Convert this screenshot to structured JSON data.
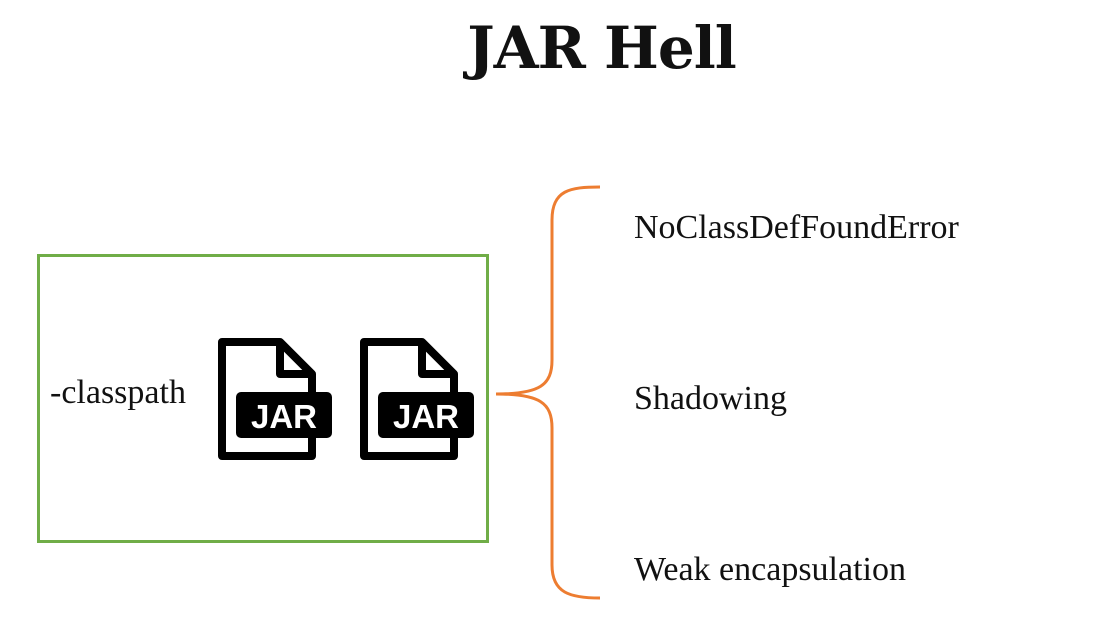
{
  "title": "JAR Hell",
  "classpath_label": "-classpath",
  "jar_icons": [
    {
      "icon": "jar-file-icon",
      "label": "JAR"
    },
    {
      "icon": "jar-file-icon",
      "label": "JAR"
    }
  ],
  "problems": [
    {
      "label": "NoClassDefFoundError"
    },
    {
      "label": "Shadowing"
    },
    {
      "label": "Weak encapsulation"
    }
  ],
  "colors": {
    "box_border": "#70ad47",
    "brace": "#ed7d31",
    "text": "#111111"
  }
}
